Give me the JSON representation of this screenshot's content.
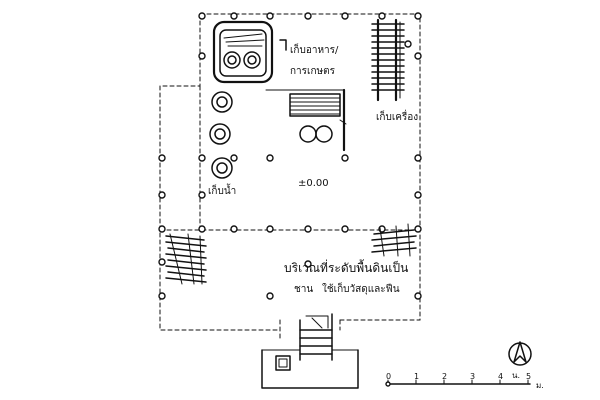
{
  "labels": {
    "storage_rice": "เก็บอาหาร/ การเกษตร",
    "storage_rice_line1": "เก็บอาหาร/",
    "storage_rice_line2": "การเกษตร",
    "storage_tools": "เก็บเครื่อง",
    "storage_water": "เก็บน้ำ",
    "level": "±0.00",
    "area_note_line1": "บริเวณที่ระดับพื้นดินเป็น",
    "area_note_line2": "ชาน",
    "area_note_line3": "ใช้เก็บวัสดุและฟืน",
    "north": "น."
  },
  "scale_bar": {
    "ticks": [
      "0",
      "1",
      "2",
      "3",
      "4",
      "5"
    ],
    "unit": "ม."
  }
}
